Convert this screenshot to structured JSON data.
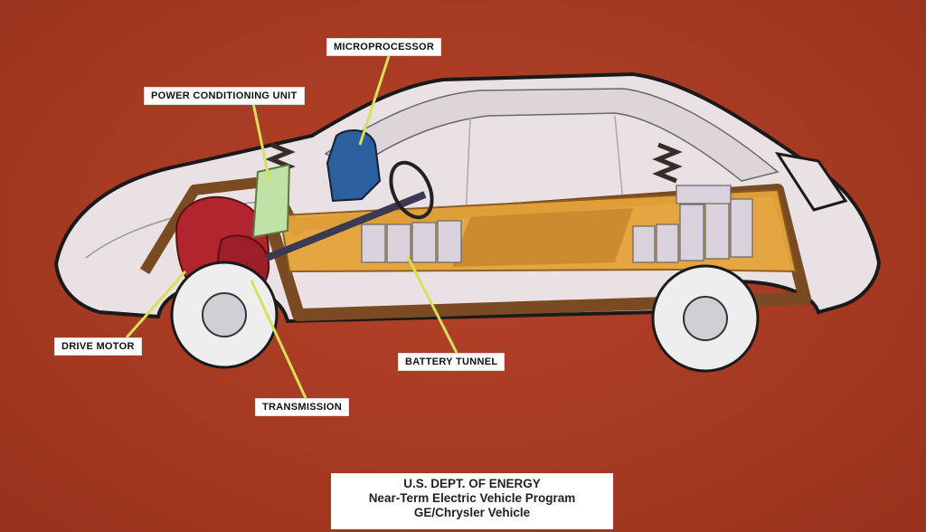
{
  "colors": {
    "background": "#a9381f",
    "car_body": "#e9e1e3",
    "outline": "#1a1a1a",
    "frame": "#7a4a22",
    "battery_tunnel": "#e5a33a",
    "batteries": "#d9d2dc",
    "motor": "#b3252e",
    "microprocessor": "#2b5f9e",
    "power_unit": "#bfe2a6",
    "leader_line": "#d7e05a"
  },
  "labels": {
    "microprocessor": "MICROPROCESSOR",
    "power_conditioning_unit": "POWER CONDITIONING UNIT",
    "drive_motor": "DRIVE MOTOR",
    "transmission": "TRANSMISSION",
    "battery_tunnel": "BATTERY TUNNEL"
  },
  "caption": {
    "line1": "U.S. DEPT. OF ENERGY",
    "line2": "Near-Term Electric Vehicle Program",
    "line3": "GE/Chrysler Vehicle"
  }
}
